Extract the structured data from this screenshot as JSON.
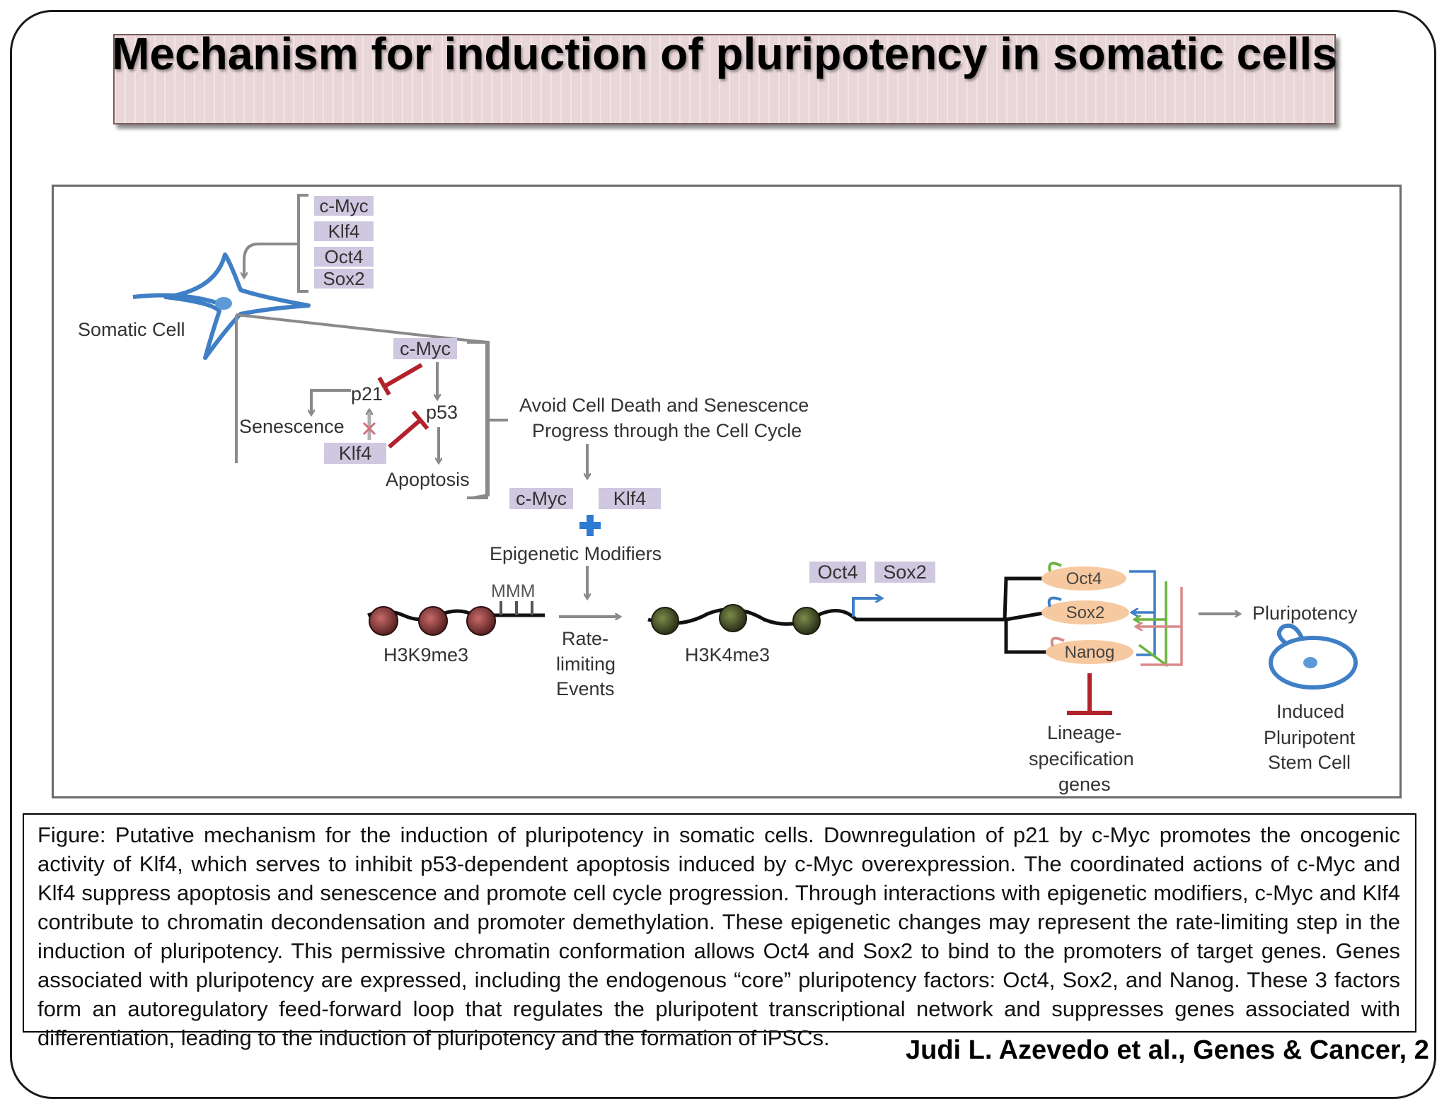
{
  "slide": {
    "title": "Mechanism for induction of pluripotency in somatic cells",
    "caption": "Figure: Putative mechanism for the induction of pluripotency in somatic cells. Downregulation of p21 by c-Myc promotes the oncogenic activity of Klf4, which serves to inhibit p53-dependent apoptosis induced by c-Myc overexpression. The coordinated actions of c-Myc and Klf4 suppress apoptosis and senescence and promote cell cycle progression. Through interactions with epigenetic modifiers, c-Myc and Klf4 contribute to chromatin decondensation and promoter demethylation. These epigenetic changes may represent the rate-limiting step in the induction of pluripotency. This permissive chromatin conformation allows Oct4 and Sox2 to bind to the promoters of target genes. Genes associated with pluripotency are expressed, including the endogenous “core” pluripotency factors: Oct4, Sox2, and Nanog. These 3 factors form an autoregulatory feed-forward loop that regulates the pluripotent transcriptional network and suppresses genes associated with differentiation, leading to the induction of pluripotency and the formation of iPSCs.",
    "citation": "Judi L. Azevedo et al., Genes & Cancer, 2"
  },
  "diagram": {
    "factors": {
      "top_cmyc": "c-Myc",
      "top_klf4": "Klf4",
      "top_oct4": "Oct4",
      "top_sox2": "Sox2",
      "cmyc": "c-Myc",
      "klf4": "Klf4",
      "cmyc2": "c-Myc",
      "klf4_2": "Klf4",
      "oct4": "Oct4",
      "sox2": "Sox2",
      "oval_oct4": "Oct4",
      "oval_sox2": "Sox2",
      "oval_nanog": "Nanog"
    },
    "labels": {
      "somatic_cell": "Somatic Cell",
      "p21": "p21",
      "p53": "p53",
      "senescence": "Senescence",
      "apoptosis": "Apoptosis",
      "avoid_line1": "Avoid Cell Death and Senescence",
      "avoid_line2": "Progress through the Cell Cycle",
      "epigenetic_modifiers": "Epigenetic Modifiers",
      "methyl": "MMM",
      "h3k9me3": "H3K9me3",
      "rate_line1": "Rate-",
      "rate_line2": "limiting",
      "rate_line3": "Events",
      "h3k4me3": "H3K4me3",
      "pluripotency": "Pluripotency",
      "lineage_line1": "Lineage-",
      "lineage_line2": "specification",
      "lineage_line3": "genes",
      "ipsc_line1": "Induced",
      "ipsc_line2": "Pluripotent",
      "ipsc_line3": "Stem Cell"
    },
    "colors": {
      "factor_box": "#cfc8e0",
      "cell_blue": "#3f7fc6",
      "inhibit_red": "#b3222b",
      "arrow_gray": "#8a8a8a",
      "oval_orange": "#f7c9a0",
      "plus_blue": "#2e7bd1",
      "loop_green": "#6cb33f",
      "loop_pink": "#d98a8a"
    }
  }
}
